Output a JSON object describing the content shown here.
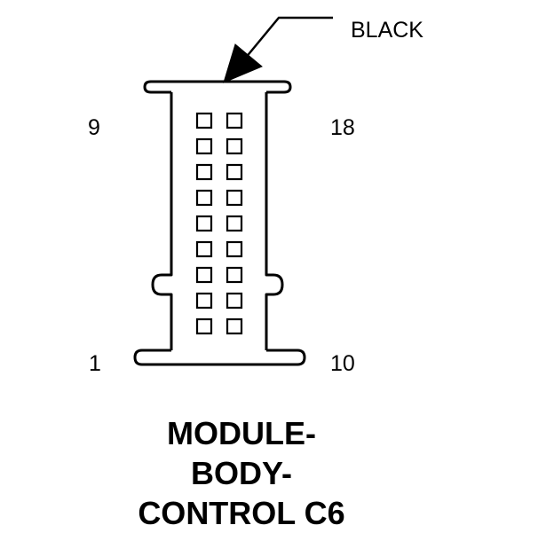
{
  "connector": {
    "wire_color_label": "BLACK",
    "pin_labels": {
      "top_left": "9",
      "top_right": "18",
      "bottom_left": "1",
      "bottom_right": "10"
    },
    "cavity_columns": 2,
    "cavity_rows": 9,
    "title_lines": [
      "MODULE-",
      "BODY-",
      "CONTROL C6"
    ]
  },
  "colors": {
    "line": "#000000",
    "background": "#ffffff"
  }
}
